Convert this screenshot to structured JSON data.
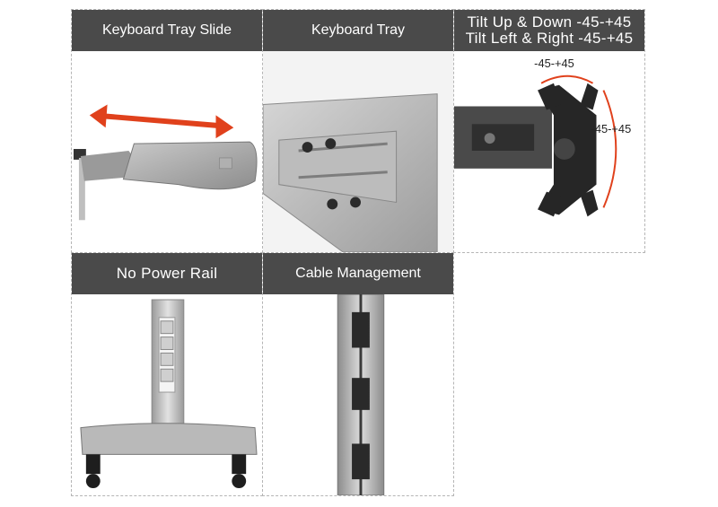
{
  "panels": [
    {
      "id": "keyboard-tray-slide",
      "title": "Keyboard Tray Slide"
    },
    {
      "id": "keyboard-tray",
      "title": "Keyboard Tray"
    },
    {
      "id": "tilt",
      "title_line1": "Tilt Up & Down -45-+45",
      "title_line2": "Tilt Left & Right -45-+45",
      "label_top": "-45-+45",
      "label_side": "-45-+45"
    },
    {
      "id": "no-power-rail",
      "title": "No Power Rail"
    },
    {
      "id": "cable-management",
      "title": "Cable Management"
    }
  ],
  "colors": {
    "header_bg": "#4a4a4a",
    "arrow": "#e0411c",
    "border": "#b5b5b5"
  }
}
